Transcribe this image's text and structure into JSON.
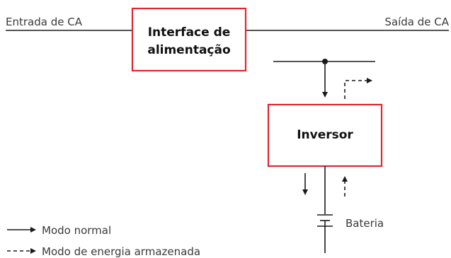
{
  "labels": {
    "ac_input": "Entrada de CA",
    "ac_output": "Saída de CA",
    "battery": "Bateria"
  },
  "boxes": {
    "power_interface_line1": "Interface de",
    "power_interface_line2": "alimentação",
    "inverter": "Inversor"
  },
  "legend": {
    "normal_mode": "Modo normal",
    "stored_energy_mode": "Modo de energia armazenada"
  },
  "colors": {
    "box_border": "#e0262f",
    "line": "#1a1a1a"
  }
}
